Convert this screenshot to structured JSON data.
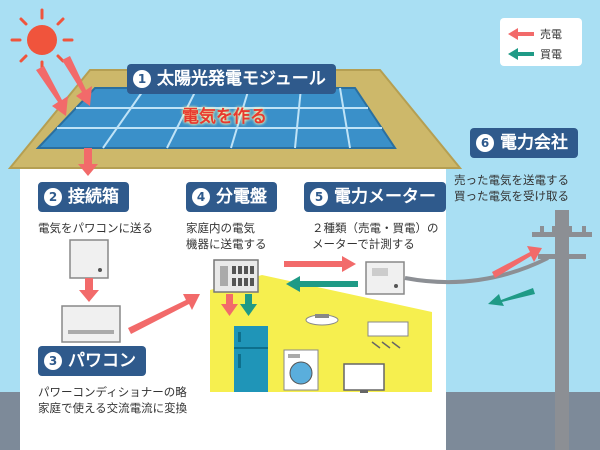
{
  "legend": {
    "sell_label": "売電",
    "buy_label": "買電"
  },
  "solar_module": {
    "number": "1",
    "title": "太陽光発電モジュール",
    "subtitle": "電気を作る"
  },
  "junction_box": {
    "number": "2",
    "title": "接続箱",
    "description": "電気をパワコンに送る"
  },
  "power_conditioner": {
    "number": "3",
    "title": "パワコン",
    "description_lines": [
      "パワーコンディショナーの略",
      "家庭で使える交流電流に変換"
    ]
  },
  "distribution_board": {
    "number": "4",
    "title": "分電盤",
    "description_lines": [
      "家庭内の電気",
      "機器に送電する"
    ]
  },
  "power_meter": {
    "number": "5",
    "title": "電力メーター",
    "description_lines": [
      "２種類（売電・買電）の",
      "メーターで計測する"
    ]
  },
  "power_company": {
    "number": "6",
    "title": "電力会社",
    "description_lines": [
      "売った電気を送電する",
      "買った電気を受け取る"
    ]
  },
  "colors": {
    "sell": "#f26a6a",
    "buy": "#1f9a86",
    "label_bg": "#2f5a8c",
    "sky": "#a9dff3",
    "roof": "#cdb86a",
    "house": "#ffffff",
    "ground": "#7d8a99",
    "yellow_zone": "#f6ef4f"
  }
}
